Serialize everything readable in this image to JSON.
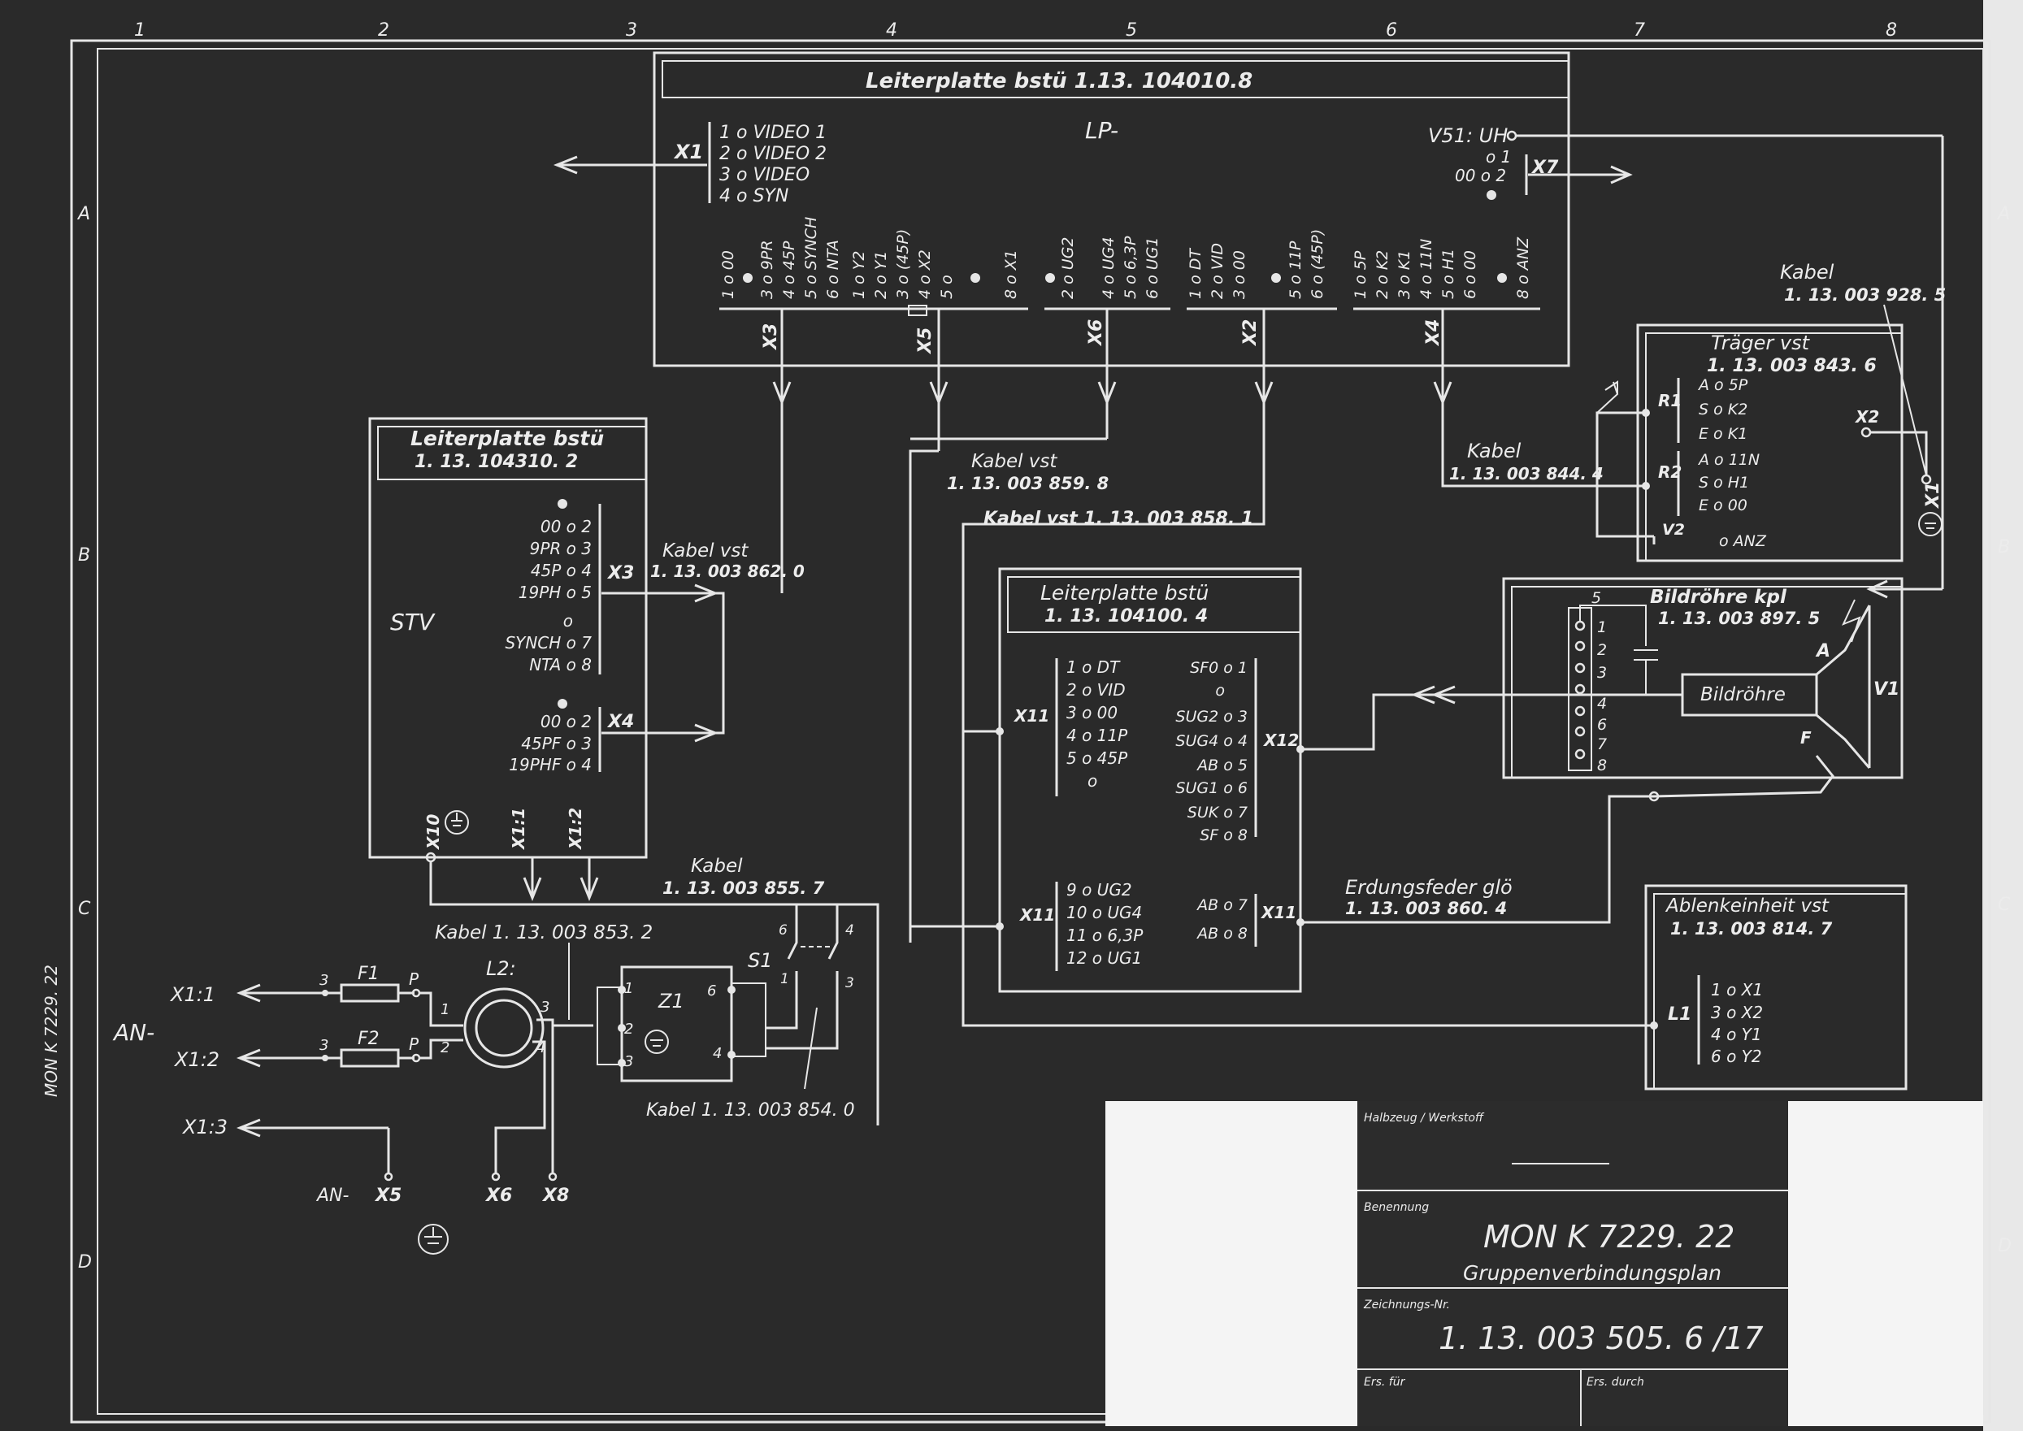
{
  "grid": {
    "columns": [
      "1",
      "2",
      "3",
      "4",
      "5",
      "6",
      "7",
      "8"
    ],
    "rows": [
      "A",
      "B",
      "C",
      "D"
    ]
  },
  "board_lp": {
    "title": "Leiterplatte bstü 1.13. 104010.8",
    "label": "LP-",
    "x1": {
      "name": "X1",
      "pins": [
        "1 o VIDEO 1",
        "2 o VIDEO 2",
        "3 o VIDEO",
        "4 o SYN"
      ]
    },
    "v51": "V51: UH",
    "x7": {
      "name": "X7",
      "pins": [
        "o 1",
        "00 o 2"
      ]
    },
    "x3": {
      "name": "X3",
      "pins": [
        "1 o 00",
        "3 o 9PR",
        "4 o 45P",
        "5 o SYNCH",
        "6 o NTA"
      ]
    },
    "x5": {
      "name": "X5",
      "pins": [
        "1 o Y2",
        "2 o Y1",
        "3 o (45P)",
        "4 o X2",
        "5 o",
        "8 o X1"
      ]
    },
    "x6": {
      "name": "X6",
      "pins": [
        "2 o UG2",
        "4 o UG4",
        "5 o 6,3P",
        "6 o UG1"
      ]
    },
    "x2": {
      "name": "X2",
      "pins": [
        "1 o DT",
        "2 o VID",
        "3 o 00",
        "5 o 11P",
        "6 o (45P)"
      ]
    },
    "x4": {
      "name": "X4",
      "pins": [
        "1 o 5P",
        "2 o K2",
        "3 o K1",
        "4 o 11N",
        "5 o H1",
        "6 o 00",
        "8 o ANZ"
      ]
    }
  },
  "board_stv": {
    "title_1": "Leiterplatte bstü",
    "title_2": "1. 13. 104310. 2",
    "label": "STV",
    "x3": {
      "name": "X3",
      "pins": [
        "00 o 2",
        "9PR o 3",
        "45P o 4",
        "19PH o 5",
        "o",
        "SYNCH o 7",
        "NTA o 8"
      ]
    },
    "x4": {
      "name": "X4",
      "pins": [
        "00 o 2",
        "45PF o 3",
        "19PHF o 4"
      ]
    },
    "bottom": [
      "X10",
      "X1:1",
      "X1:2"
    ]
  },
  "board_104100": {
    "title_1": "Leiterplatte bstü",
    "title_2": "1. 13. 104100. 4",
    "x11a": {
      "name": "X11",
      "pins": [
        "1 o DT",
        "2 o VID",
        "3 o 00",
        "4 o 11P",
        "5 o 45P",
        "o"
      ]
    },
    "x12": {
      "name": "X12",
      "pins": [
        "SF0 o 1",
        "o",
        "SUG2 o 3",
        "SUG4 o 4",
        "AB o 5",
        "SUG1 o 6",
        "SUK o 7",
        "SF o 8"
      ]
    },
    "x11b": {
      "name": "X11",
      "pins": [
        "9 o UG2",
        "10 o UG4",
        "11 o 6,3P",
        "12 o UG1"
      ]
    },
    "x11c": {
      "name": "X11",
      "pins": [
        "AB o 7",
        "AB o 8"
      ]
    }
  },
  "traeger": {
    "title_1": "Träger vst",
    "title_2": "1. 13. 003 843. 6",
    "r1": {
      "name": "R1",
      "pins": [
        "A o 5P",
        "S o K2",
        "E o K1"
      ]
    },
    "r2": {
      "name": "R2",
      "pins": [
        "A o 11N",
        "S o H1",
        "E o 00"
      ]
    },
    "v2": "V2",
    "v2_pin": "o ANZ",
    "x2": "X2",
    "x1": "X1"
  },
  "bildroehre": {
    "title_1": "Bildröhre kpl",
    "title_2": "1. 13. 003 897. 5",
    "pins": [
      "1",
      "2",
      "3",
      "4",
      "6",
      "7",
      "8"
    ],
    "pin_top": "5",
    "tube": "Bildröhre",
    "v1": "V1",
    "a": "A",
    "f": "F"
  },
  "ablenk": {
    "title_1": "Ablenkeinheit vst",
    "title_2": "1. 13. 003 814. 7",
    "l1": "L1",
    "pins": [
      "1 o X1",
      "3 o X2",
      "4 o Y1",
      "6 o Y2"
    ]
  },
  "cables": {
    "k9285": [
      "Kabel",
      "1. 13. 003 928. 5"
    ],
    "k8444": [
      "Kabel",
      "1. 13. 003 844. 4"
    ],
    "k8598": [
      "Kabel vst",
      "1. 13. 003 859. 8"
    ],
    "k8581": "Kabel vst 1. 13. 003 858. 1",
    "k8620": [
      "Kabel vst",
      "1. 13. 003 862. 0"
    ],
    "k8557": [
      "Kabel",
      "1. 13. 003 855. 7"
    ],
    "k8532": "Kabel 1. 13. 003 853. 2",
    "k8540": "Kabel 1. 13. 003 854. 0",
    "k8604": [
      "Erdungsfeder glö",
      "1. 13. 003 860. 4"
    ]
  },
  "power": {
    "an": "AN-",
    "x11": "X1:1",
    "x12": "X1:2",
    "x13": "X1:3",
    "f1": "F1",
    "f2": "F2",
    "p": "P",
    "pin3": "3",
    "l2": "L2:",
    "l2_pins": [
      "1",
      "2",
      "3",
      "4"
    ],
    "z1": "Z1",
    "z1_pins": [
      "1",
      "2",
      "3",
      "6",
      "4"
    ],
    "s1": "S1",
    "s1_pins": [
      "6",
      "4",
      "1",
      "3"
    ],
    "bottom": [
      "AN-",
      "X5",
      "X6",
      "X8"
    ]
  },
  "title_block": {
    "halbzeug_label": "Halbzeug / Werkstoff",
    "benennung_label": "Benennung",
    "name": "MON K 7229. 22",
    "subtitle": "Gruppenverbindungsplan",
    "zeichnung_label": "Zeichnungs-Nr.",
    "number": "1. 13. 003 505. 6 /17",
    "ers_fuer": "Ers. für",
    "ers_durch": "Ers. durch"
  },
  "side_note": "MON K 7229. 22"
}
